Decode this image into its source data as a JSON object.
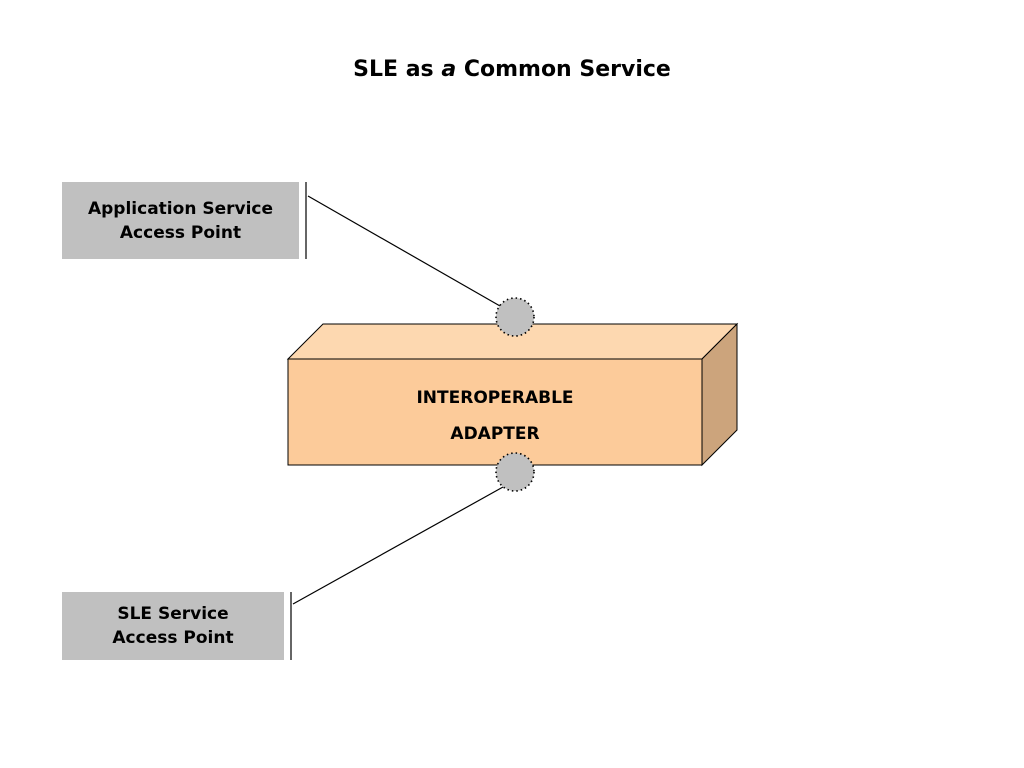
{
  "title": {
    "part1": "SLE as ",
    "emphasis": "a",
    "part2": " Common Service"
  },
  "nodes": {
    "application_sap": {
      "line1": "Application Service",
      "line2": "Access Point"
    },
    "adapter": {
      "line1": "INTEROPERABLE",
      "line2": "ADAPTER"
    },
    "sle_sap": {
      "line1": "SLE Service",
      "line2": "Access Point"
    }
  },
  "colors": {
    "box_front": "#fccb9a",
    "box_top": "#fdd8b0",
    "box_side": "#cca47c",
    "sap_fill": "#c0c0c0",
    "port_fill": "#c0c0c0"
  }
}
